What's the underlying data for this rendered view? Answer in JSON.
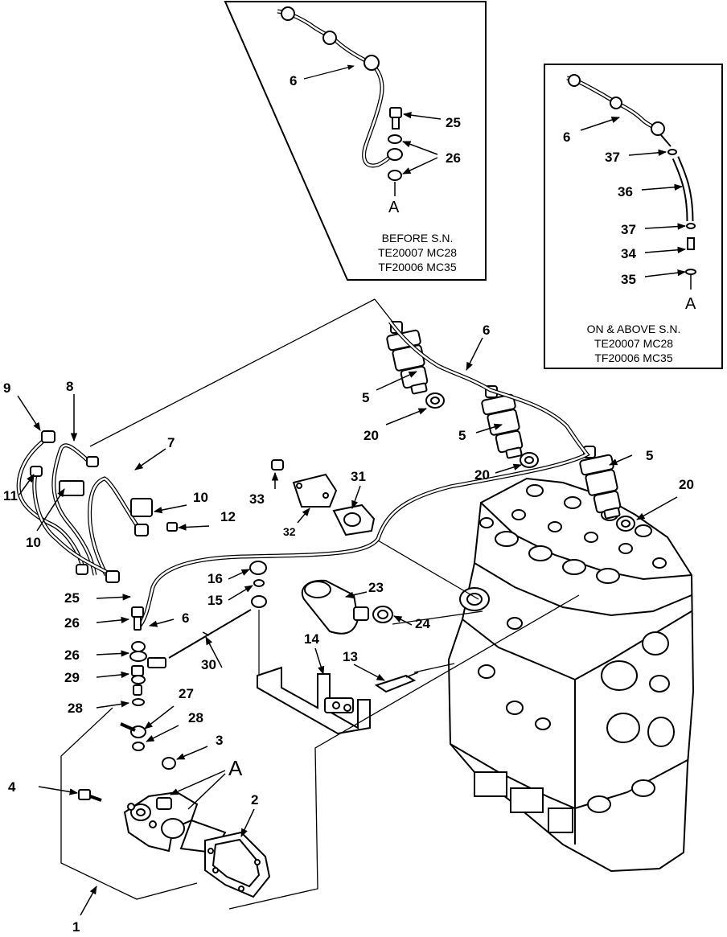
{
  "inset_before": {
    "caption": [
      "BEFORE S.N.",
      "TE20007 MC28",
      "TF20006 MC35"
    ],
    "callouts": {
      "line": "6",
      "bolt": "25",
      "washers": "26",
      "ref": "A"
    }
  },
  "inset_after": {
    "caption": [
      "ON & ABOVE S.N.",
      "TE20007 MC28",
      "TF20006 MC35"
    ],
    "callouts": {
      "line": "6",
      "clamp_top": "37",
      "hose": "36",
      "clamp_bottom": "37",
      "fitting": "34",
      "washer": "35",
      "ref": "A"
    }
  },
  "main": {
    "callouts": {
      "c1": "1",
      "c2": "2",
      "c3": "3",
      "c4": "4",
      "c5a": "5",
      "c5b": "5",
      "c5c": "5",
      "c6a": "6",
      "c6b": "6",
      "c7": "7",
      "c8": "8",
      "c9": "9",
      "c10a": "10",
      "c10b": "10",
      "c11": "11",
      "c12": "12",
      "c13": "13",
      "c14": "14",
      "c15": "15",
      "c16": "16",
      "c20a": "20",
      "c20b": "20",
      "c20c": "20",
      "c23": "23",
      "c24": "24",
      "c25": "25",
      "c26a": "26",
      "c26b": "26",
      "c27": "27",
      "c28a": "28",
      "c28b": "28",
      "c29": "29",
      "c30": "30",
      "c31": "31",
      "c32": "32",
      "c33": "33",
      "cA": "A"
    }
  }
}
